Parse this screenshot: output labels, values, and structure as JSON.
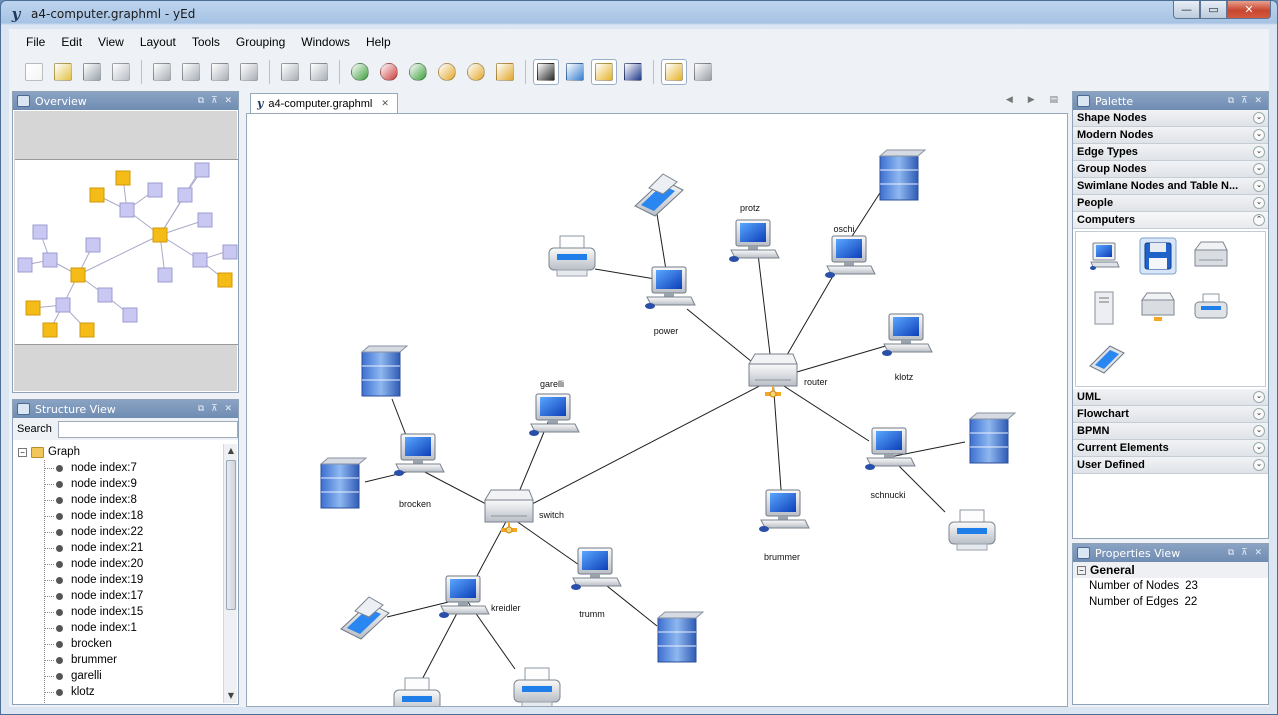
{
  "window": {
    "title": "a4-computer.graphml - yEd",
    "logo": "y",
    "minimize": "—",
    "maximize": "▭",
    "close": "✕"
  },
  "menu": [
    "File",
    "Edit",
    "View",
    "Layout",
    "Tools",
    "Grouping",
    "Windows",
    "Help"
  ],
  "toolbar": {
    "buttons": [
      {
        "name": "new-document-icon",
        "color": "#f4f4f4"
      },
      {
        "name": "open-folder-icon",
        "color": "#e3c244"
      },
      {
        "name": "save-icon",
        "color": "#9aa3ad"
      },
      {
        "name": "export-icon",
        "color": "#b8bec6"
      },
      {
        "name": "cut-icon",
        "color": "#a9b0b8"
      },
      {
        "name": "copy-icon",
        "color": "#a9b0b8"
      },
      {
        "name": "paste-icon",
        "color": "#a9b0b8"
      },
      {
        "name": "delete-icon",
        "color": "#a9b0b8"
      },
      {
        "name": "undo-icon",
        "color": "#a9b0b8"
      },
      {
        "name": "redo-icon",
        "color": "#a9b0b8"
      },
      {
        "name": "zoom-in-icon",
        "color": "#3a9d3a"
      },
      {
        "name": "zoom-out-icon",
        "color": "#c93a3a"
      },
      {
        "name": "zoom-original-icon",
        "color": "#3a9d3a"
      },
      {
        "name": "zoom-area-icon",
        "color": "#e2a82c"
      },
      {
        "name": "zoom-selection-icon",
        "color": "#e2a82c"
      },
      {
        "name": "fit-content-icon",
        "color": "#e2a82c"
      },
      {
        "name": "edit-mode-icon",
        "color": "#2a2a2a"
      },
      {
        "name": "navigation-mode-icon",
        "color": "#3a7fd0"
      },
      {
        "name": "orthogonal-edges-icon",
        "color": "#e6b42a"
      },
      {
        "name": "grid-icon",
        "color": "#1e3a8a"
      },
      {
        "name": "snap-lines-icon",
        "color": "#e6b42a"
      },
      {
        "name": "plugin-icon",
        "color": "#9aa0a6"
      }
    ]
  },
  "overview": {
    "title": "Overview"
  },
  "structure": {
    "title": "Structure View",
    "search_label": "Search",
    "search_value": "",
    "root": "Graph",
    "items": [
      "node index:7",
      "node index:9",
      "node index:8",
      "node index:18",
      "node index:22",
      "node index:21",
      "node index:20",
      "node index:19",
      "node index:17",
      "node index:15",
      "node index:1",
      "brocken",
      "brummer",
      "garelli",
      "klotz"
    ]
  },
  "document_tab": {
    "label": "a4-computer.graphml",
    "close": "✕",
    "nav": "◀ ▶ ▤"
  },
  "graph": {
    "labels": {
      "protz": "protz",
      "oschi": "oschi",
      "power": "power",
      "router": "router",
      "klotz": "klotz",
      "garelli": "garelli",
      "brocken": "brocken",
      "switch": "switch",
      "schnucki": "schnucki",
      "brummer": "brummer",
      "kreidler": "kreidler",
      "trumm": "trumm"
    }
  },
  "palette": {
    "title": "Palette",
    "sections_top": [
      "Shape Nodes",
      "Modern Nodes",
      "Edge Types",
      "Group Nodes",
      "Swimlane Nodes and Table N...",
      "People",
      "Computers"
    ],
    "sections_bottom": [
      "UML",
      "Flowchart",
      "BPMN",
      "Current Elements",
      "User Defined"
    ],
    "computer_items": [
      "workstation-icon",
      "floppy-disk-icon",
      "hard-drive-icon",
      "tower-pc-icon",
      "network-switch-icon",
      "printer-icon",
      "scanner-icon"
    ]
  },
  "properties": {
    "title": "Properties View",
    "group": "General",
    "rows": [
      {
        "label": "Number of Nodes",
        "value": "23"
      },
      {
        "label": "Number of Edges",
        "value": "22"
      }
    ]
  },
  "colors": {
    "node_yellow": "#f5bb17",
    "node_lavender": "#c8c8f2",
    "monitor_blue": "#1f6fd9",
    "panel_header": "#7a96bb"
  }
}
